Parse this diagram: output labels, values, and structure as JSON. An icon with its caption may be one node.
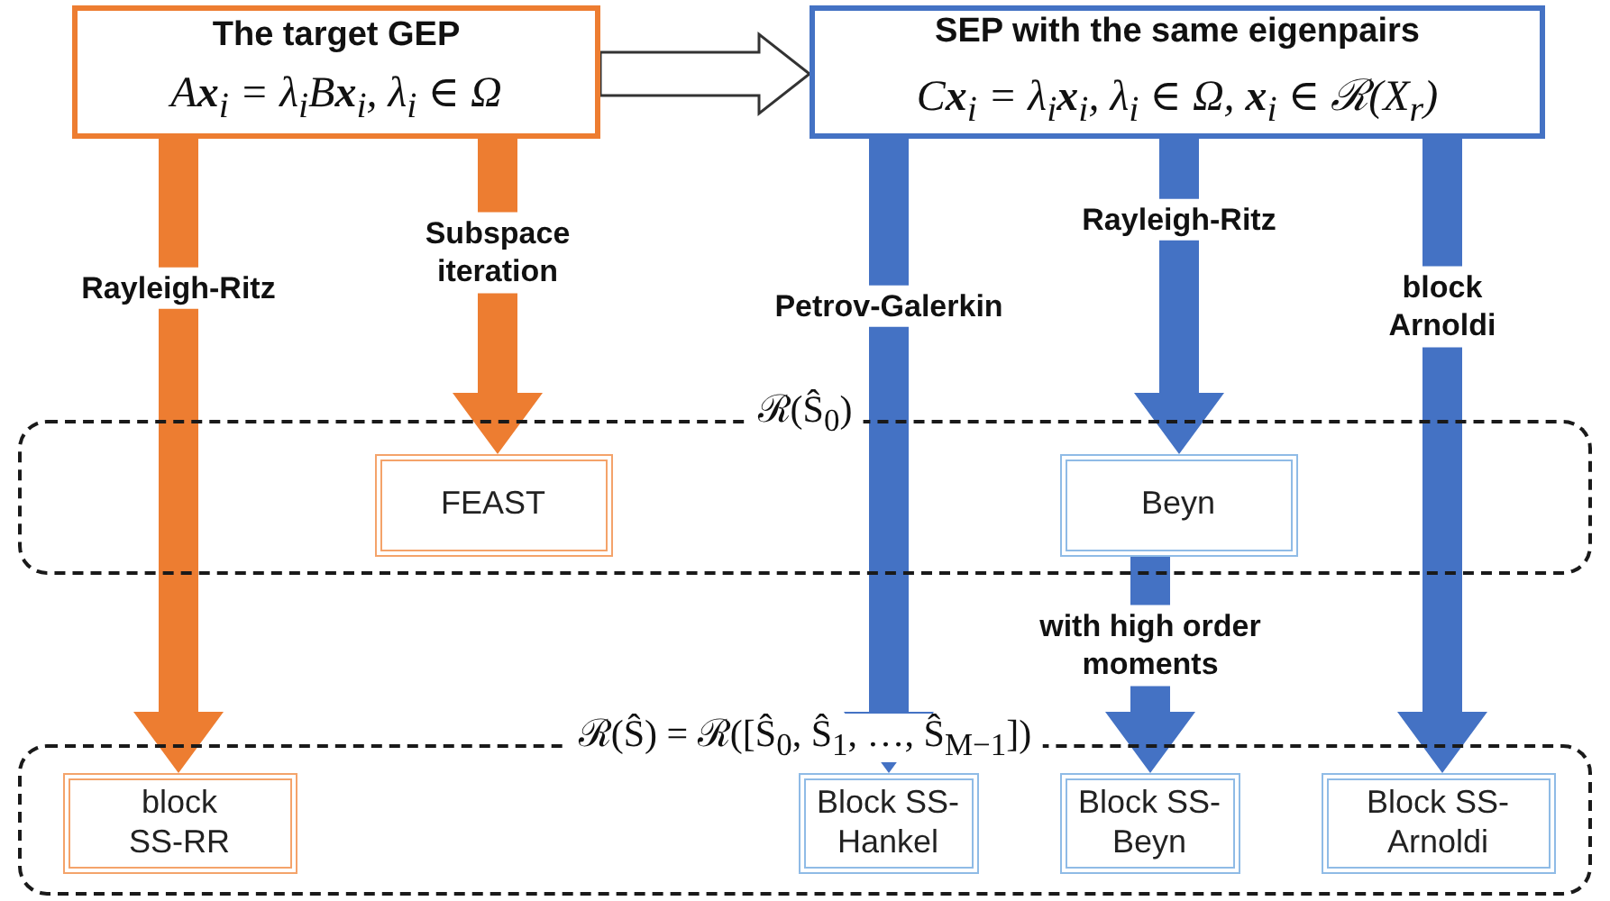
{
  "diagram": {
    "nodes": [
      {
        "text": [
          "The target GEP",
          "A**x**$_{i}$ = λ$_{i}$B**x**$_{i}$, λ$_{i}$ ∈ Ω"
        ]
      },
      {
        "text": [
          "SEP with the same eigenpairs",
          "C**x**$_{i}$ = λ$_{i}$**x**$_{i}$, λ$_{i}$ ∈ Ω, **x**$_{i}$ ∈ ℛ(X$_{r}$)"
        ]
      },
      {
        "text": [
          "ℛ(Ŝ$_{0}$)"
        ]
      },
      {
        "text": [
          "FEAST"
        ],
        "in": 2
      },
      {
        "text": [
          "Beyn"
        ],
        "in": 2
      },
      {
        "text": [
          "ℛ(Ŝ) = ℛ([Ŝ$_{0}$, Ŝ$_{1}$, …, Ŝ$_{M−1}$])"
        ]
      },
      {
        "text": [
          "block SS-RR"
        ],
        "in": 5
      },
      {
        "text": [
          "Block SS-Hankel"
        ],
        "in": 5
      },
      {
        "text": [
          "Block SS-Beyn"
        ],
        "in": 5
      },
      {
        "text": [
          "Block SS-Arnoldi"
        ],
        "in": 5
      }
    ],
    "edges": [
      {
        "from": 0,
        "to": 1,
        "arrow": "to"
      },
      {
        "from": 0,
        "to": 6,
        "arrow": "to",
        "label": "Rayleigh-Ritz",
        "style": "thick",
        "color": "#ed7d31"
      },
      {
        "from": 0,
        "to": 3,
        "arrow": "to",
        "label": "Subspace iteration",
        "style": "thick",
        "color": "#ed7d31"
      },
      {
        "from": 1,
        "to": 7,
        "arrow": "to",
        "label": "Petrov-Galerkin",
        "style": "thick"
      },
      {
        "from": 1,
        "to": 4,
        "arrow": "to",
        "label": "Rayleigh-Ritz",
        "style": "thick"
      },
      {
        "from": 4,
        "to": 8,
        "arrow": "to",
        "label": "with high order moments",
        "style": "thick"
      },
      {
        "from": 1,
        "to": 9,
        "arrow": "to",
        "label": "block Arnoldi",
        "style": "thick"
      }
    ]
  }
}
